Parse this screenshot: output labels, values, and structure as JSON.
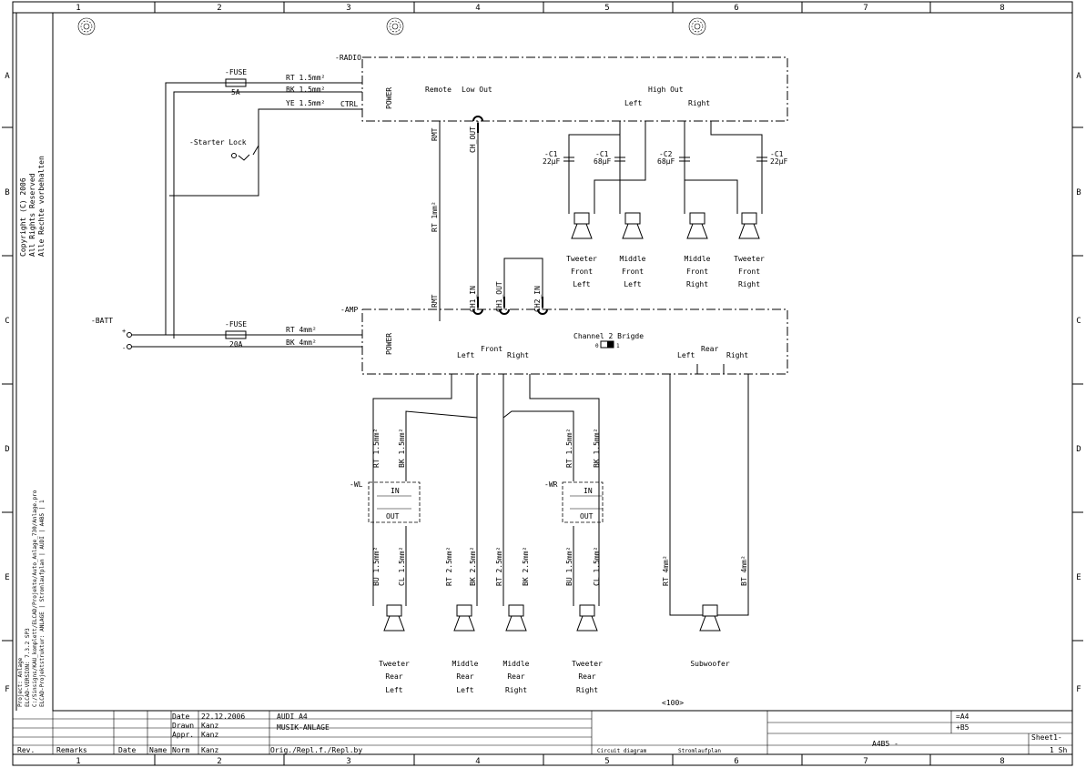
{
  "border": {
    "columns": [
      "1",
      "2",
      "3",
      "4",
      "5",
      "6",
      "7",
      "8"
    ],
    "rows": [
      "A",
      "B",
      "C",
      "D",
      "E",
      "F"
    ]
  },
  "side_text": {
    "copyright": [
      "Copyright (C) 2006",
      "All Rights Reserved",
      "Alle Rechte vorbehalten"
    ],
    "project": [
      "Project: Anlage",
      "ELCAD-VERSION: 7.3.2 SP3",
      "C:/Sinsigns/KAU_komplett/ELCAD/Projekte/Auto_Anlage_730/Anlage.pro",
      "ELCAD-Projektstruktur: ANLAGE | Stromlaufplan | AUDI | A4B5 | 1"
    ]
  },
  "devices": {
    "radio": "-RADIO",
    "amp": "-AMP",
    "batt": "-BATT",
    "fuse1": {
      "name": "-FUSE",
      "rating": "5A"
    },
    "fuse2": {
      "name": "-FUSE",
      "rating": "20A"
    },
    "starter": "-Starter Lock",
    "wl": "-WL",
    "wr": "-WR",
    "c1a": {
      "name": "-C1",
      "value": "22µF"
    },
    "c1b": {
      "name": "-C1",
      "value": "68µF"
    },
    "c2": {
      "name": "-C2",
      "value": "68µF"
    },
    "c1d": {
      "name": "-C1",
      "value": "22µF"
    }
  },
  "wires": {
    "radio_rt": "RT 1.5mm²",
    "radio_bk": "BK 1.5mm²",
    "radio_ye": "YE 1.5mm²",
    "amp_rt": "RT 4mm²",
    "amp_bk": "BK 4mm²",
    "rt1": "RT 1mm²",
    "wl_rt": "RT 1.5mm²",
    "wl_bk": "BK 1.5mm²",
    "wl_bu": "BU 1.5mm²",
    "wl_cl": "CL 1.5mm²",
    "fl_rt": "RT 2.5mm²",
    "fl_bk": "BK 2.5mm²",
    "fr_rt": "RT 2.5mm²",
    "fr_bk": "BK 2.5mm²",
    "wr_rt": "RT 1.5mm²",
    "wr_bk": "BK 1.5mm²",
    "wr_bu": "BU 1.5mm²",
    "wr_cl": "CL 1.5mm²",
    "sub_rt": "RT 4mm²",
    "sub_bt": "BT 4mm²"
  },
  "labels": {
    "power": "POWER",
    "ctrl": "CTRL",
    "remote": "Remote",
    "low_out": "Low Out",
    "high_out": "High Out",
    "left": "Left",
    "right": "Right",
    "rmt": "RMT",
    "ch_out": "CH_OUT",
    "ch1_in": "CH1_IN",
    "ch1_out": "CH1_OUT",
    "ch2_in": "CH2_IN",
    "front": "Front",
    "rear": "Rear",
    "channel2": "Channel 2 Brigde",
    "sw0": "0",
    "sw1": "1",
    "in": "IN",
    "out": "OUT",
    "plus": "+",
    "minus": "-",
    "page_ref": "<100>"
  },
  "speakers_top": [
    [
      "Tweeter",
      "Front",
      "Left"
    ],
    [
      "Middle",
      "Front",
      "Left"
    ],
    [
      "Middle",
      "Front",
      "Right"
    ],
    [
      "Tweeter",
      "Front",
      "Right"
    ]
  ],
  "speakers_bottom": [
    [
      "Tweeter",
      "Rear",
      "Left"
    ],
    [
      "Middle",
      "Rear",
      "Left"
    ],
    [
      "Middle",
      "Rear",
      "Right"
    ],
    [
      "Tweeter",
      "Rear",
      "Right"
    ],
    [
      "Subwoofer"
    ]
  ],
  "titleblock": {
    "date_label": "Date",
    "date": "22.12.2006",
    "drawn_label": "Drawn",
    "drawn": "Kanz",
    "appr_label": "Appr.",
    "appr": "Kanz",
    "norm_label": "Norm",
    "norm": "Kanz",
    "rev": "Rev.",
    "remarks": "Remarks",
    "date2": "Date",
    "name": "Name",
    "title1": "AUDI A4",
    "title2": "MUSIK-ANLAGE",
    "orig": "Orig./Repl.f./Repl.by",
    "circuit": "Circuit diagram",
    "strom": "Stromlaufplan",
    "code1": "=A4",
    "code2": "+B5",
    "doc": "A4B5 -",
    "sheet_label": "Sheet1-",
    "sheet": "1 Sh"
  }
}
